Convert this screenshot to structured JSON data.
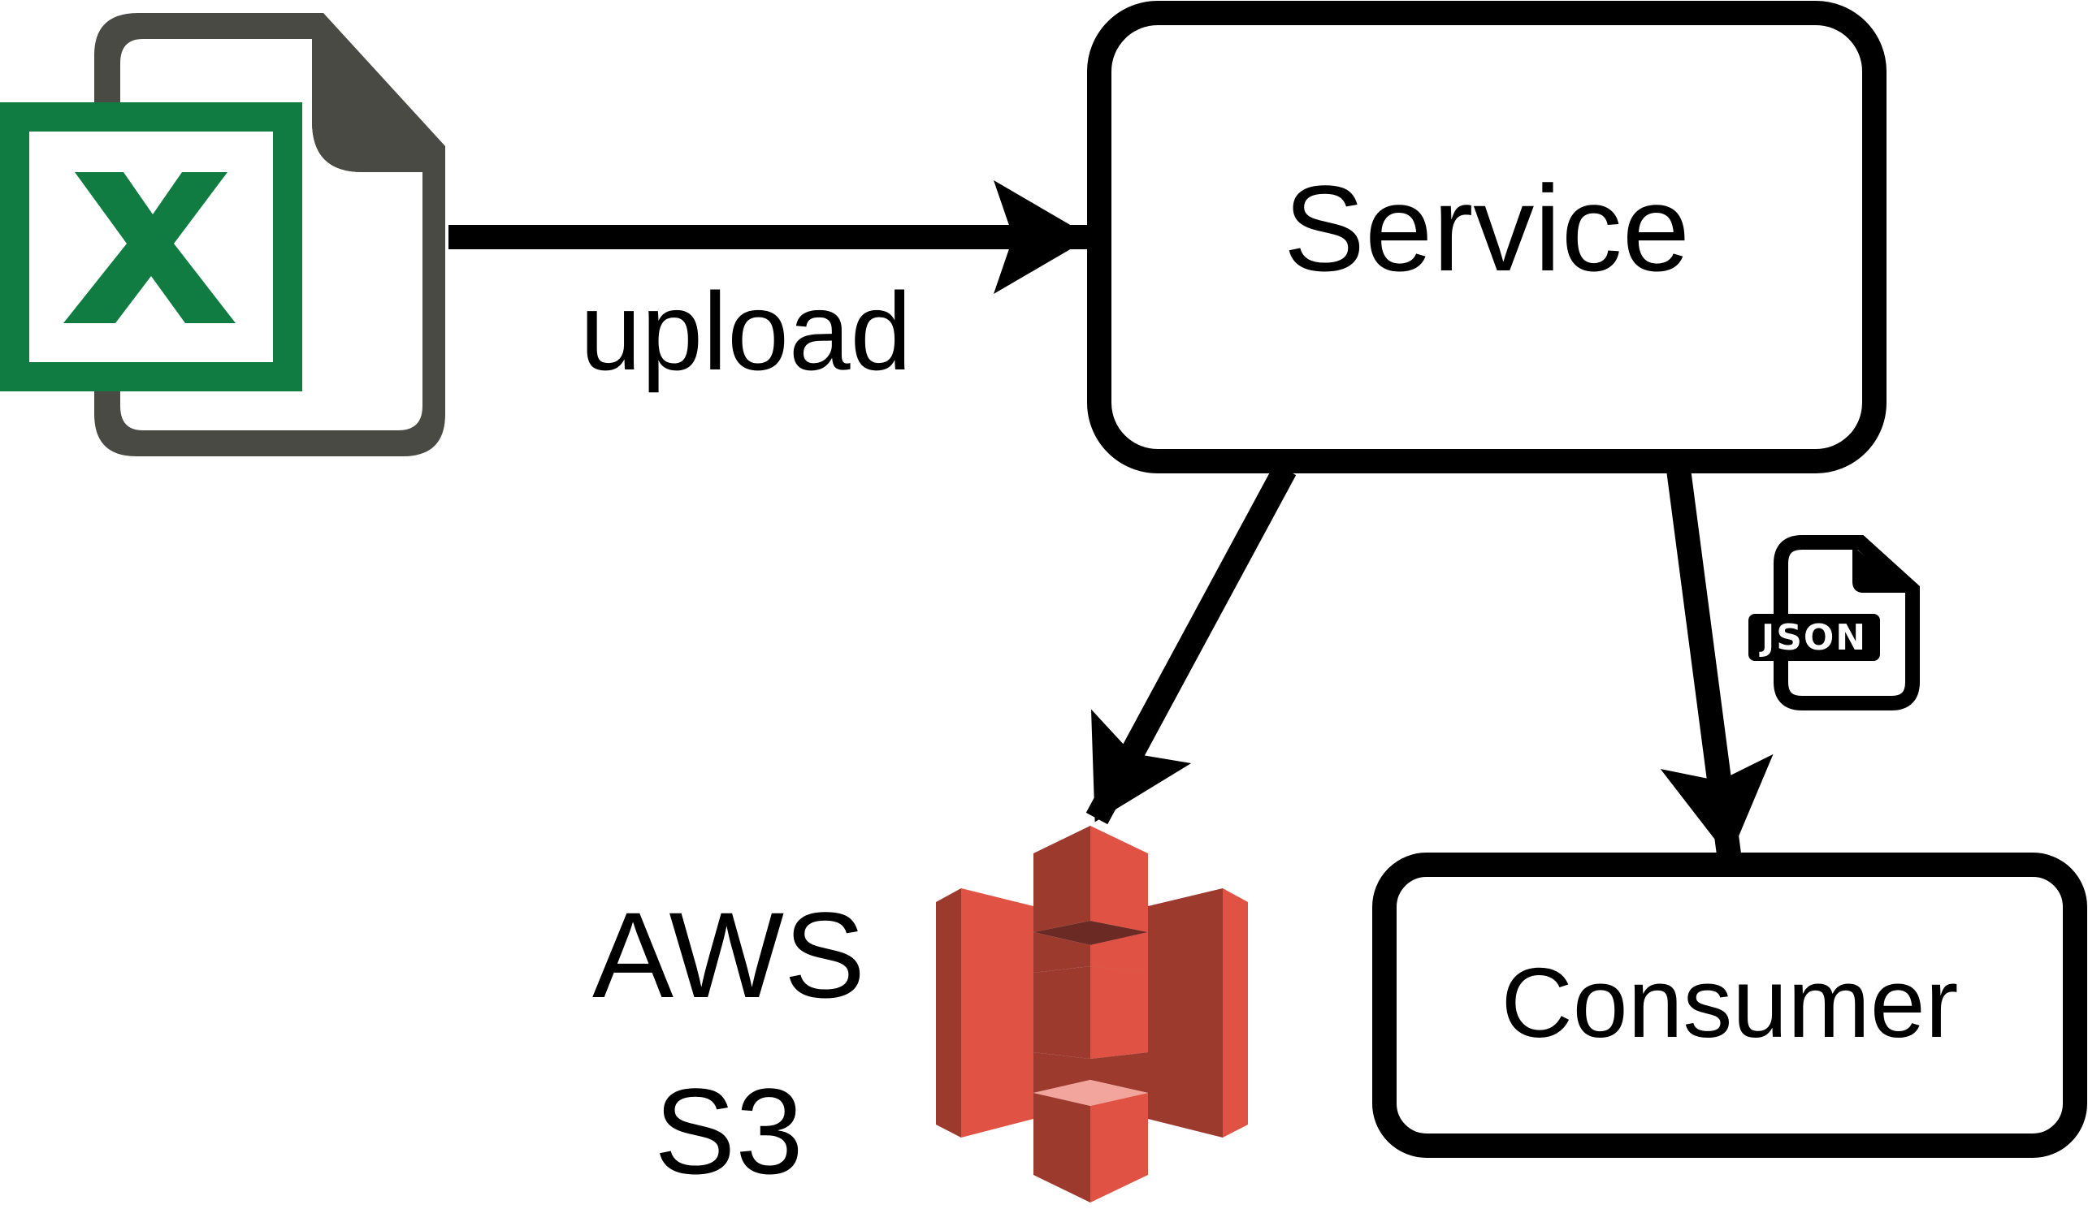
{
  "nodes": {
    "service": {
      "label": "Service"
    },
    "consumer": {
      "label": "Consumer"
    },
    "s3": {
      "label_line1": "AWS",
      "label_line2": "S3"
    },
    "excel_file": {
      "icon": "excel-file-icon"
    }
  },
  "edges": {
    "upload": {
      "label": "upload"
    },
    "json_badge": {
      "label": "JSON",
      "icon": "json-file-icon"
    }
  },
  "colors": {
    "stroke": "#000000",
    "excel_green": "#107c41",
    "excel_page": "#4a4a44",
    "s3_light": "#e05243",
    "s3_dark": "#9c3a2e",
    "s3_darker": "#6b2a23",
    "s3_highlight": "#f2a59c"
  }
}
